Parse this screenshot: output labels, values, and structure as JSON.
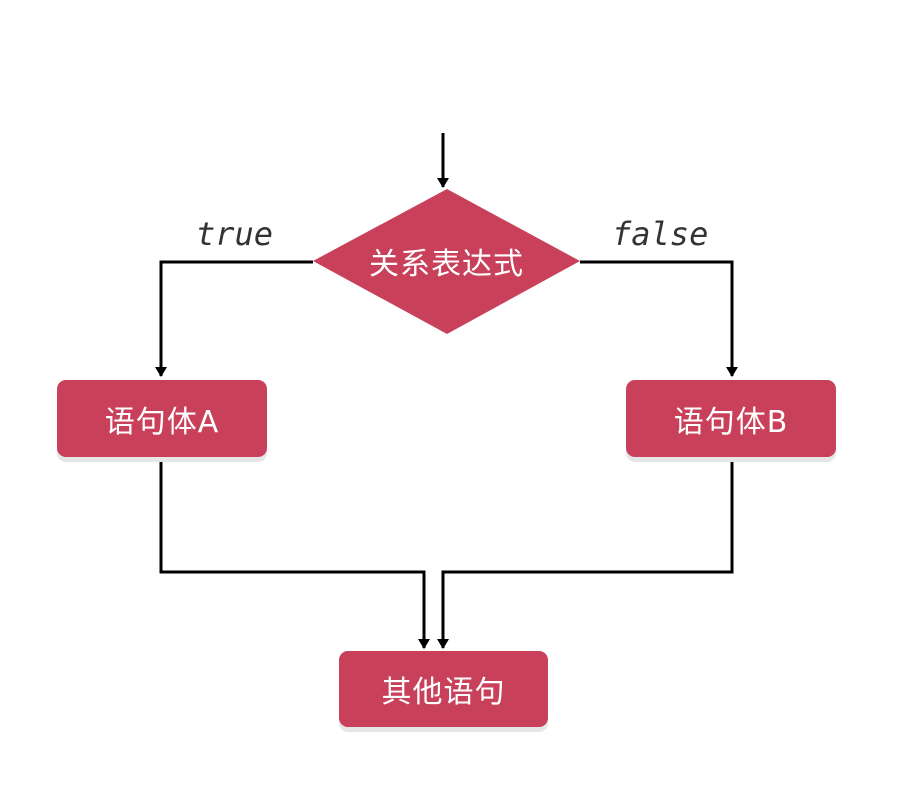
{
  "diagram": {
    "decision": {
      "label": "关系表达式"
    },
    "branch_true": {
      "label": "true",
      "target": "语句体A"
    },
    "branch_false": {
      "label": "false",
      "target": "语句体B"
    },
    "merge": {
      "label": "其他语句"
    }
  },
  "colors": {
    "node_fill": "#c9405b",
    "node_text": "#ffffff",
    "line": "#000000",
    "edge_label": "#333333"
  }
}
